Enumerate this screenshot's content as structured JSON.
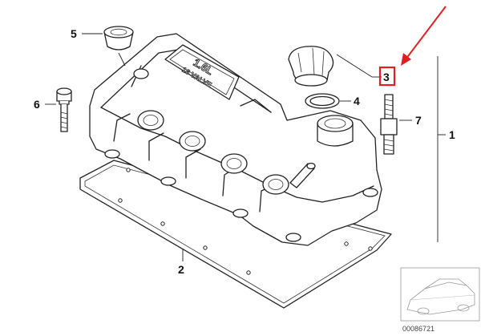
{
  "callouts": [
    {
      "id": "1",
      "text": "1"
    },
    {
      "id": "2",
      "text": "2"
    },
    {
      "id": "3",
      "text": "3"
    },
    {
      "id": "4",
      "text": "4"
    },
    {
      "id": "5",
      "text": "5"
    },
    {
      "id": "6",
      "text": "6"
    },
    {
      "id": "7",
      "text": "7"
    }
  ],
  "engraving": {
    "line1": "1.6L",
    "line2": "16 VALVE"
  },
  "image_number": "00086721",
  "colors": {
    "highlight": "#e02020",
    "ink": "#222222"
  },
  "icons": {
    "pointer": "red-arrow-icon",
    "thumbnail": "car-thumbnail-icon"
  }
}
